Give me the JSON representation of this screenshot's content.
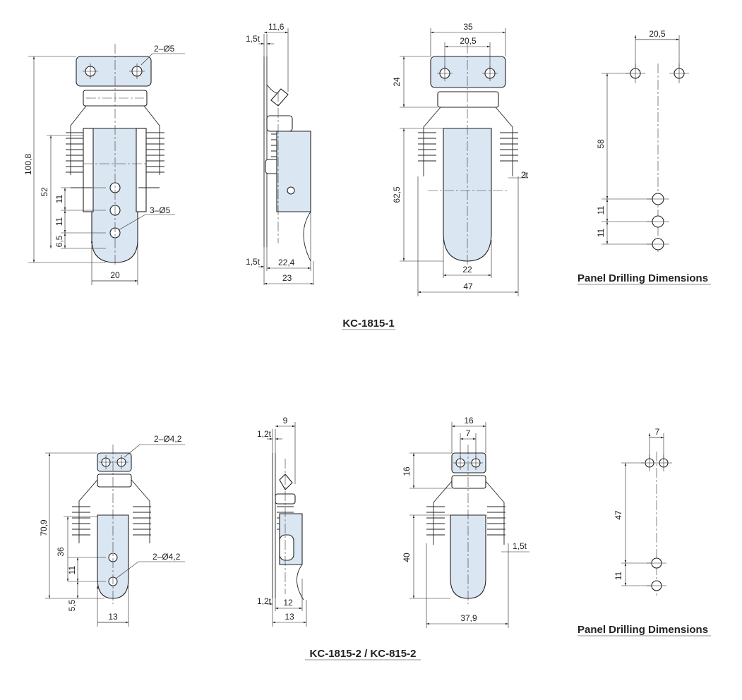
{
  "top": {
    "caption": "KC-1815-1",
    "panel_title": "Panel Drilling Dimensions",
    "front": {
      "overall": "100,8",
      "span52": "52",
      "d11a": "11",
      "d11b": "11",
      "d65": "6,5",
      "width": "20",
      "hole_top": "2–Ø5",
      "hole_bot": "3–Ø5"
    },
    "side": {
      "t_top": "1,5t",
      "w_top": "11,6",
      "t_bot": "1,5t",
      "w_bot1": "22,4",
      "w_bot2": "23"
    },
    "back": {
      "w35": "35",
      "w205": "20,5",
      "h24": "24",
      "h625": "62,5",
      "t2": "2t",
      "w22": "22",
      "w47": "47"
    },
    "panel": {
      "w205": "20,5",
      "h58": "58",
      "h11a": "11",
      "h11b": "11"
    }
  },
  "bottom": {
    "caption": "KC-1815-2 / KC-815-2",
    "panel_title": "Panel Drilling Dimensions",
    "front": {
      "overall": "70,9",
      "span36": "36",
      "d11": "11",
      "d55": "5,5",
      "width": "13",
      "hole_top": "2–Ø4,2",
      "hole_bot": "2–Ø4,2"
    },
    "side": {
      "t_top": "1,2t",
      "w_top": "9",
      "t_bot": "1,2t",
      "w_bot1": "12",
      "w_bot2": "13"
    },
    "back": {
      "w16": "16",
      "w7": "7",
      "h16": "16",
      "h40": "40",
      "t15": "1,5t",
      "w379": "37,9"
    },
    "panel": {
      "w7": "7",
      "h47": "47",
      "h11": "11"
    }
  }
}
